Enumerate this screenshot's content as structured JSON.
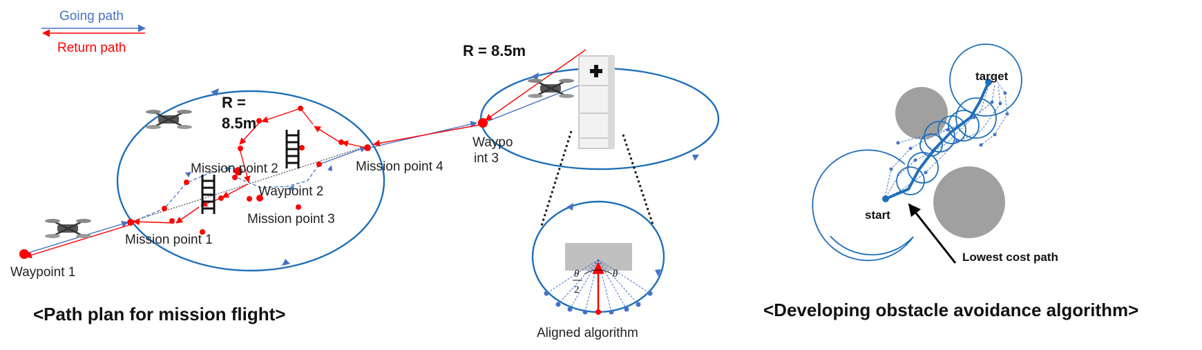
{
  "legend": {
    "going": "Going path",
    "return": "Return path"
  },
  "left": {
    "radius_label_1": "R =",
    "radius_label_2": "8.5m",
    "mission_point_2": "Mission point 2",
    "waypoint_2": "Waypoint 2",
    "mission_point_4": "Mission point 4",
    "mission_point_3": "Mission point 3",
    "mission_point_1": "Mission point 1",
    "waypoint_1": "Waypoint 1",
    "title": "<Path plan for mission flight>"
  },
  "middle": {
    "radius_label": "R = 8.5m",
    "waypoint_3_a": "Waypo",
    "waypoint_3_b": "int 3",
    "theta": "θ",
    "theta_half_num": "θ",
    "theta_half_den": "2",
    "caption": "Aligned algorithm"
  },
  "right": {
    "target": "target",
    "start": "start",
    "lowest_cost": "Lowest cost path",
    "title": "<Developing obstacle avoidance algorithm>"
  },
  "colors": {
    "going": "#4472c4",
    "return": "#ff0000",
    "circle": "#1f6fb8",
    "obstacle": "#a0a0a0"
  }
}
